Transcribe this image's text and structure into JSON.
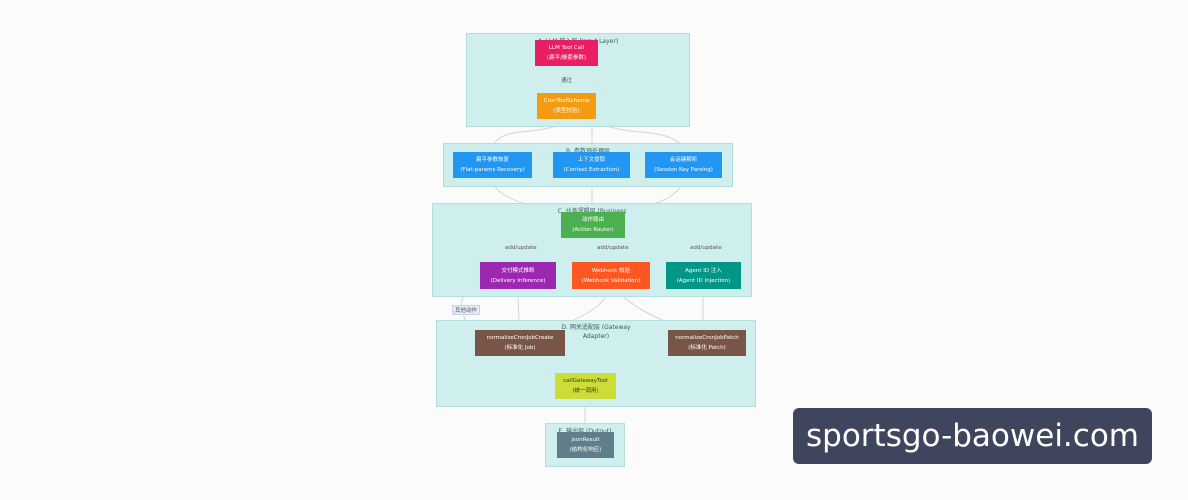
{
  "layers": {
    "a": {
      "title": "A. LLM 输入层 (Input Layer)"
    },
    "b": {
      "title": "B. 参数预处理层"
    },
    "c": {
      "title": "C. 业务逻辑层 (Business"
    },
    "d": {
      "title": "D. 网关适配层 (Gateway",
      "title2": "Adapter)"
    },
    "e": {
      "title": "E. 输出层 (Output)"
    }
  },
  "nodes": {
    "llm_tool_call": {
      "line1": "LLM Tool Call",
      "line2": "(扁平/嵌套参数)",
      "color": "#e91e63"
    },
    "cron_tool_schema": {
      "line1": "CronToolSchema",
      "line2": "(类型校验)",
      "color": "#f39c12"
    },
    "flat_params": {
      "line1": "扁平参数恢复",
      "line2": "(Flat-params Recovery)",
      "color": "#2196f3"
    },
    "context_extraction": {
      "line1": "上下文提取",
      "line2": "(Context Extraction)",
      "color": "#2196f3"
    },
    "session_key": {
      "line1": "会话键解析",
      "line2": "(Session Key Parsing)",
      "color": "#2196f3"
    },
    "action_router": {
      "line1": "动作路由",
      "line2": "(Action Router)",
      "color": "#4caf50"
    },
    "delivery_inference": {
      "line1": "交付模式推断",
      "line2": "(Delivery Inference)",
      "color": "#9c27b0"
    },
    "webhook_validation": {
      "line1": "Webhook 校验",
      "line2": "(Webhook Validation)",
      "color": "#ff5722"
    },
    "agent_id_injection": {
      "line1": "Agent ID 注入",
      "line2": "(Agent ID Injection)",
      "color": "#009688"
    },
    "normalize_create": {
      "line1": "normalizeCronJobCreate",
      "line2": "(标准化 Job)",
      "color": "#795548"
    },
    "normalize_patch": {
      "line1": "normalizeCronJobPatch",
      "line2": "(标准化 Patch)",
      "color": "#795548"
    },
    "call_gateway_tool": {
      "line1": "callGatewayTool",
      "line2": "(统一调用)",
      "color": "#cddc39"
    },
    "json_result": {
      "line1": "jsonResult",
      "line2": "(结构化响应)",
      "color": "#607d8b"
    }
  },
  "edge_labels": {
    "pass": "通过",
    "add_update_1": "add/update",
    "add_update_2": "add/update",
    "add_update_3": "add/update",
    "other_actions": "其他动作"
  },
  "watermark": {
    "text": "sportsgo-baowei.com"
  }
}
